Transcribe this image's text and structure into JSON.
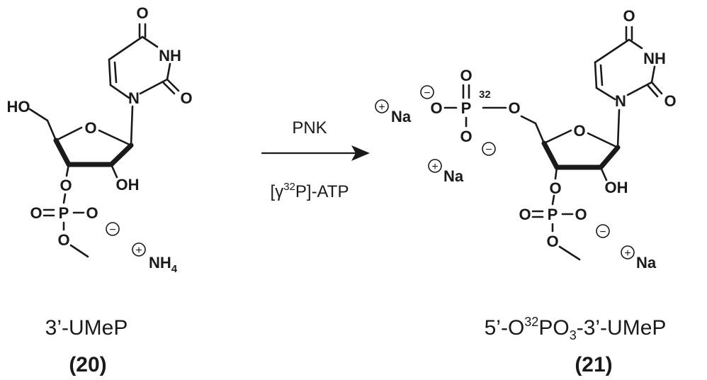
{
  "reaction": {
    "reagent_top": "PNK",
    "reagent_bottom": {
      "open": "[",
      "gamma": "γ",
      "isotope": "32",
      "rest": "P]-ATP"
    }
  },
  "compound_20": {
    "name": "3’-UMeP",
    "number": "(20)",
    "atoms": {
      "o4": "O",
      "nh": "NH",
      "o2": "O",
      "n1": "N",
      "ho": "HO",
      "o_ring": "O",
      "oh": "OH",
      "o3": "O",
      "o_dbl": "O",
      "p": "P",
      "o_minus": "O",
      "o_me": "O"
    },
    "charges": {
      "neg": "−",
      "pos": "+"
    },
    "counterion": {
      "main": "NH",
      "sub": "4"
    }
  },
  "compound_21": {
    "name": {
      "prefix": "5’-O",
      "isotope": "32",
      "mid": "PO",
      "sub": "3",
      "suffix": "-3’-UMeP"
    },
    "number": "(21)",
    "atoms": {
      "o4": "O",
      "nh": "NH",
      "o2": "O",
      "n1": "N",
      "o_ring": "O",
      "oh": "OH",
      "o5": "O",
      "p5": "P",
      "p5_isotope": "32",
      "o5_top": "O",
      "o5_left": "O",
      "o5_bottom": "O",
      "o3": "O",
      "o_dbl": "O",
      "p3": "P",
      "o3_minus": "O",
      "o3_me": "O"
    },
    "charges": {
      "neg": "−",
      "pos": "+"
    },
    "counterions": {
      "na": "Na"
    }
  }
}
